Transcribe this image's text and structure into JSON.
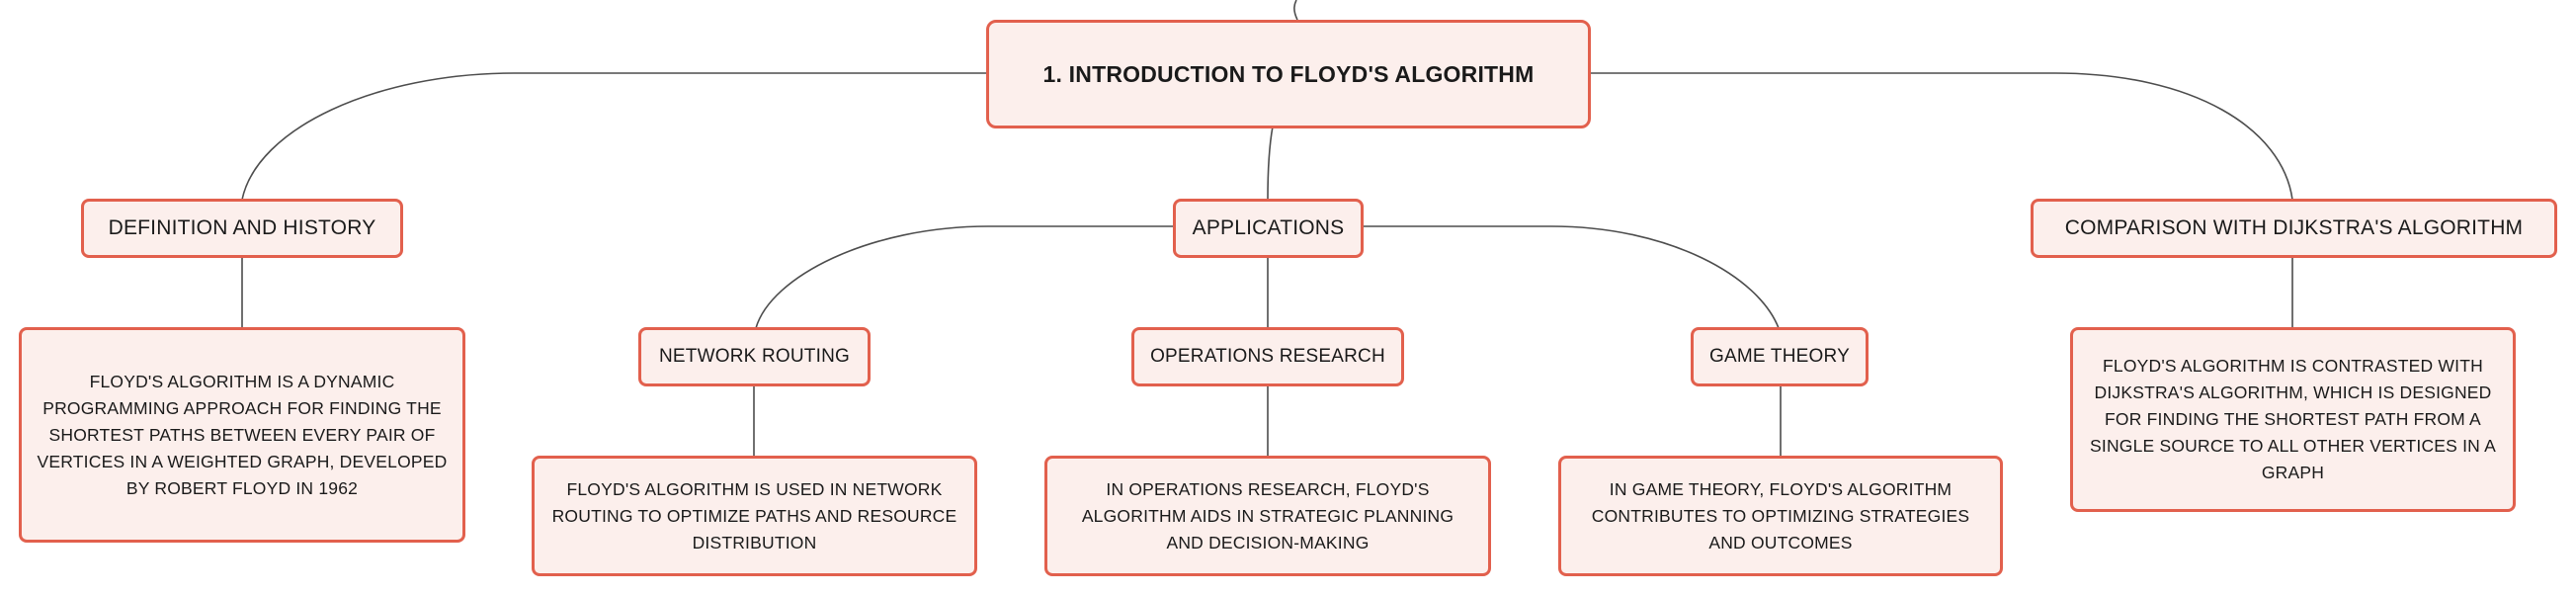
{
  "mindmap": {
    "root": {
      "title": "1. INTRODUCTION TO FLOYD'S ALGORITHM"
    },
    "definition": {
      "label": "DEFINITION AND HISTORY",
      "detail": "FLOYD'S ALGORITHM IS A DYNAMIC PROGRAMMING APPROACH FOR FINDING THE SHORTEST PATHS BETWEEN EVERY PAIR OF VERTICES IN A WEIGHTED GRAPH, DEVELOPED BY ROBERT FLOYD IN 1962"
    },
    "applications": {
      "label": "APPLICATIONS",
      "network": {
        "label": "NETWORK ROUTING",
        "detail": "FLOYD'S ALGORITHM IS USED IN NETWORK ROUTING TO OPTIMIZE PATHS AND RESOURCE DISTRIBUTION"
      },
      "operations": {
        "label": "OPERATIONS RESEARCH",
        "detail": "IN OPERATIONS RESEARCH, FLOYD'S ALGORITHM AIDS IN STRATEGIC PLANNING AND DECISION-MAKING"
      },
      "game": {
        "label": "GAME THEORY",
        "detail": "IN GAME THEORY, FLOYD'S ALGORITHM CONTRIBUTES TO OPTIMIZING STRATEGIES AND OUTCOMES"
      }
    },
    "comparison": {
      "label": "COMPARISON WITH DIJKSTRA'S ALGORITHM",
      "detail": "FLOYD'S ALGORITHM IS CONTRASTED WITH DIJKSTRA'S ALGORITHM, WHICH IS DESIGNED FOR FINDING THE SHORTEST PATH FROM A SINGLE SOURCE TO ALL OTHER VERTICES IN A GRAPH"
    },
    "colors": {
      "node_fill": "#fcefec",
      "node_border": "#e2604d",
      "connector": "#4d4d4d"
    }
  }
}
